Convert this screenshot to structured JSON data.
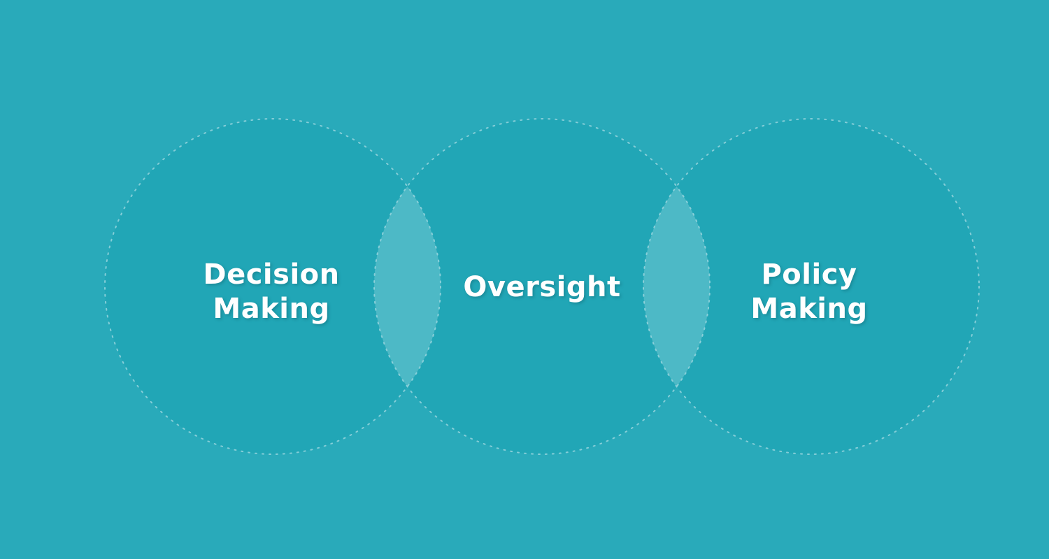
{
  "page": {
    "background_color": "#29AABA"
  },
  "diagram": {
    "type": "venn",
    "description": "Three horizontally overlapping circles on a teal background",
    "colors": {
      "background": "#29AABA",
      "circle_fill": "#21A6B6",
      "overlap_fill": "#4DB9C6",
      "outline_dots": "#A5DAE2",
      "label_text": "#FFFFFF"
    },
    "circles": [
      {
        "label": "Decision Making",
        "line1": "Decision",
        "line2": "Making"
      },
      {
        "label": "Oversight",
        "line1": "Oversight",
        "line2": ""
      },
      {
        "label": "Policy Making",
        "line1": "Policy",
        "line2": "Making"
      }
    ]
  }
}
